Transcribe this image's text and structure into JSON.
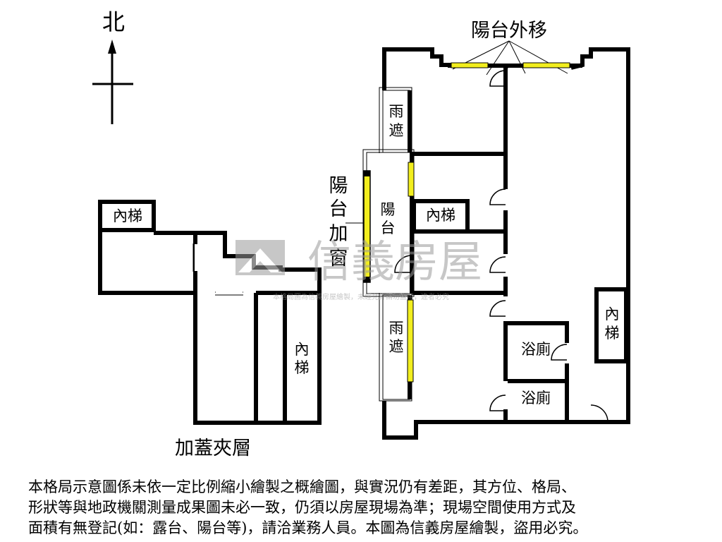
{
  "compass": {
    "north_label": "北"
  },
  "callouts": {
    "balcony_moved_out": "陽台外移",
    "balcony_add_window": [
      "陽",
      "台",
      "加",
      "窗"
    ],
    "mezzanine": "加蓋夾層"
  },
  "rooms": {
    "stair_topleft": "內梯",
    "stair_mezz": [
      "內",
      "梯"
    ],
    "canopy_upper": [
      "雨",
      "遮"
    ],
    "canopy_lower": [
      "雨",
      "遮"
    ],
    "balcony": [
      "陽",
      "台"
    ],
    "stair_mid": "內梯",
    "stair_right": [
      "內",
      "梯"
    ],
    "bath_upper": "浴廁",
    "bath_lower": "浴廁"
  },
  "watermark": {
    "brand": "信義房屋",
    "notice": "本格局圖為信義房屋繪製，未經允許請勿盜用，違者必究"
  },
  "disclaimer_lines": [
    "本格局示意圖係未依一定比例縮小繪製之概繪圖，與實況仍有差距，其方位、格局、",
    "形狀等與地政機關測量成果圖未必一致，仍須以房屋現場為準；現場空間使用方式及",
    "面積有無登記(如：露台、陽台等)，請洽業務人員。本圖為信義房屋繪製，盜用必究。"
  ],
  "colors": {
    "wall": "#000000",
    "window": "#f2ee1e",
    "watermark": "#bdbdbd"
  }
}
